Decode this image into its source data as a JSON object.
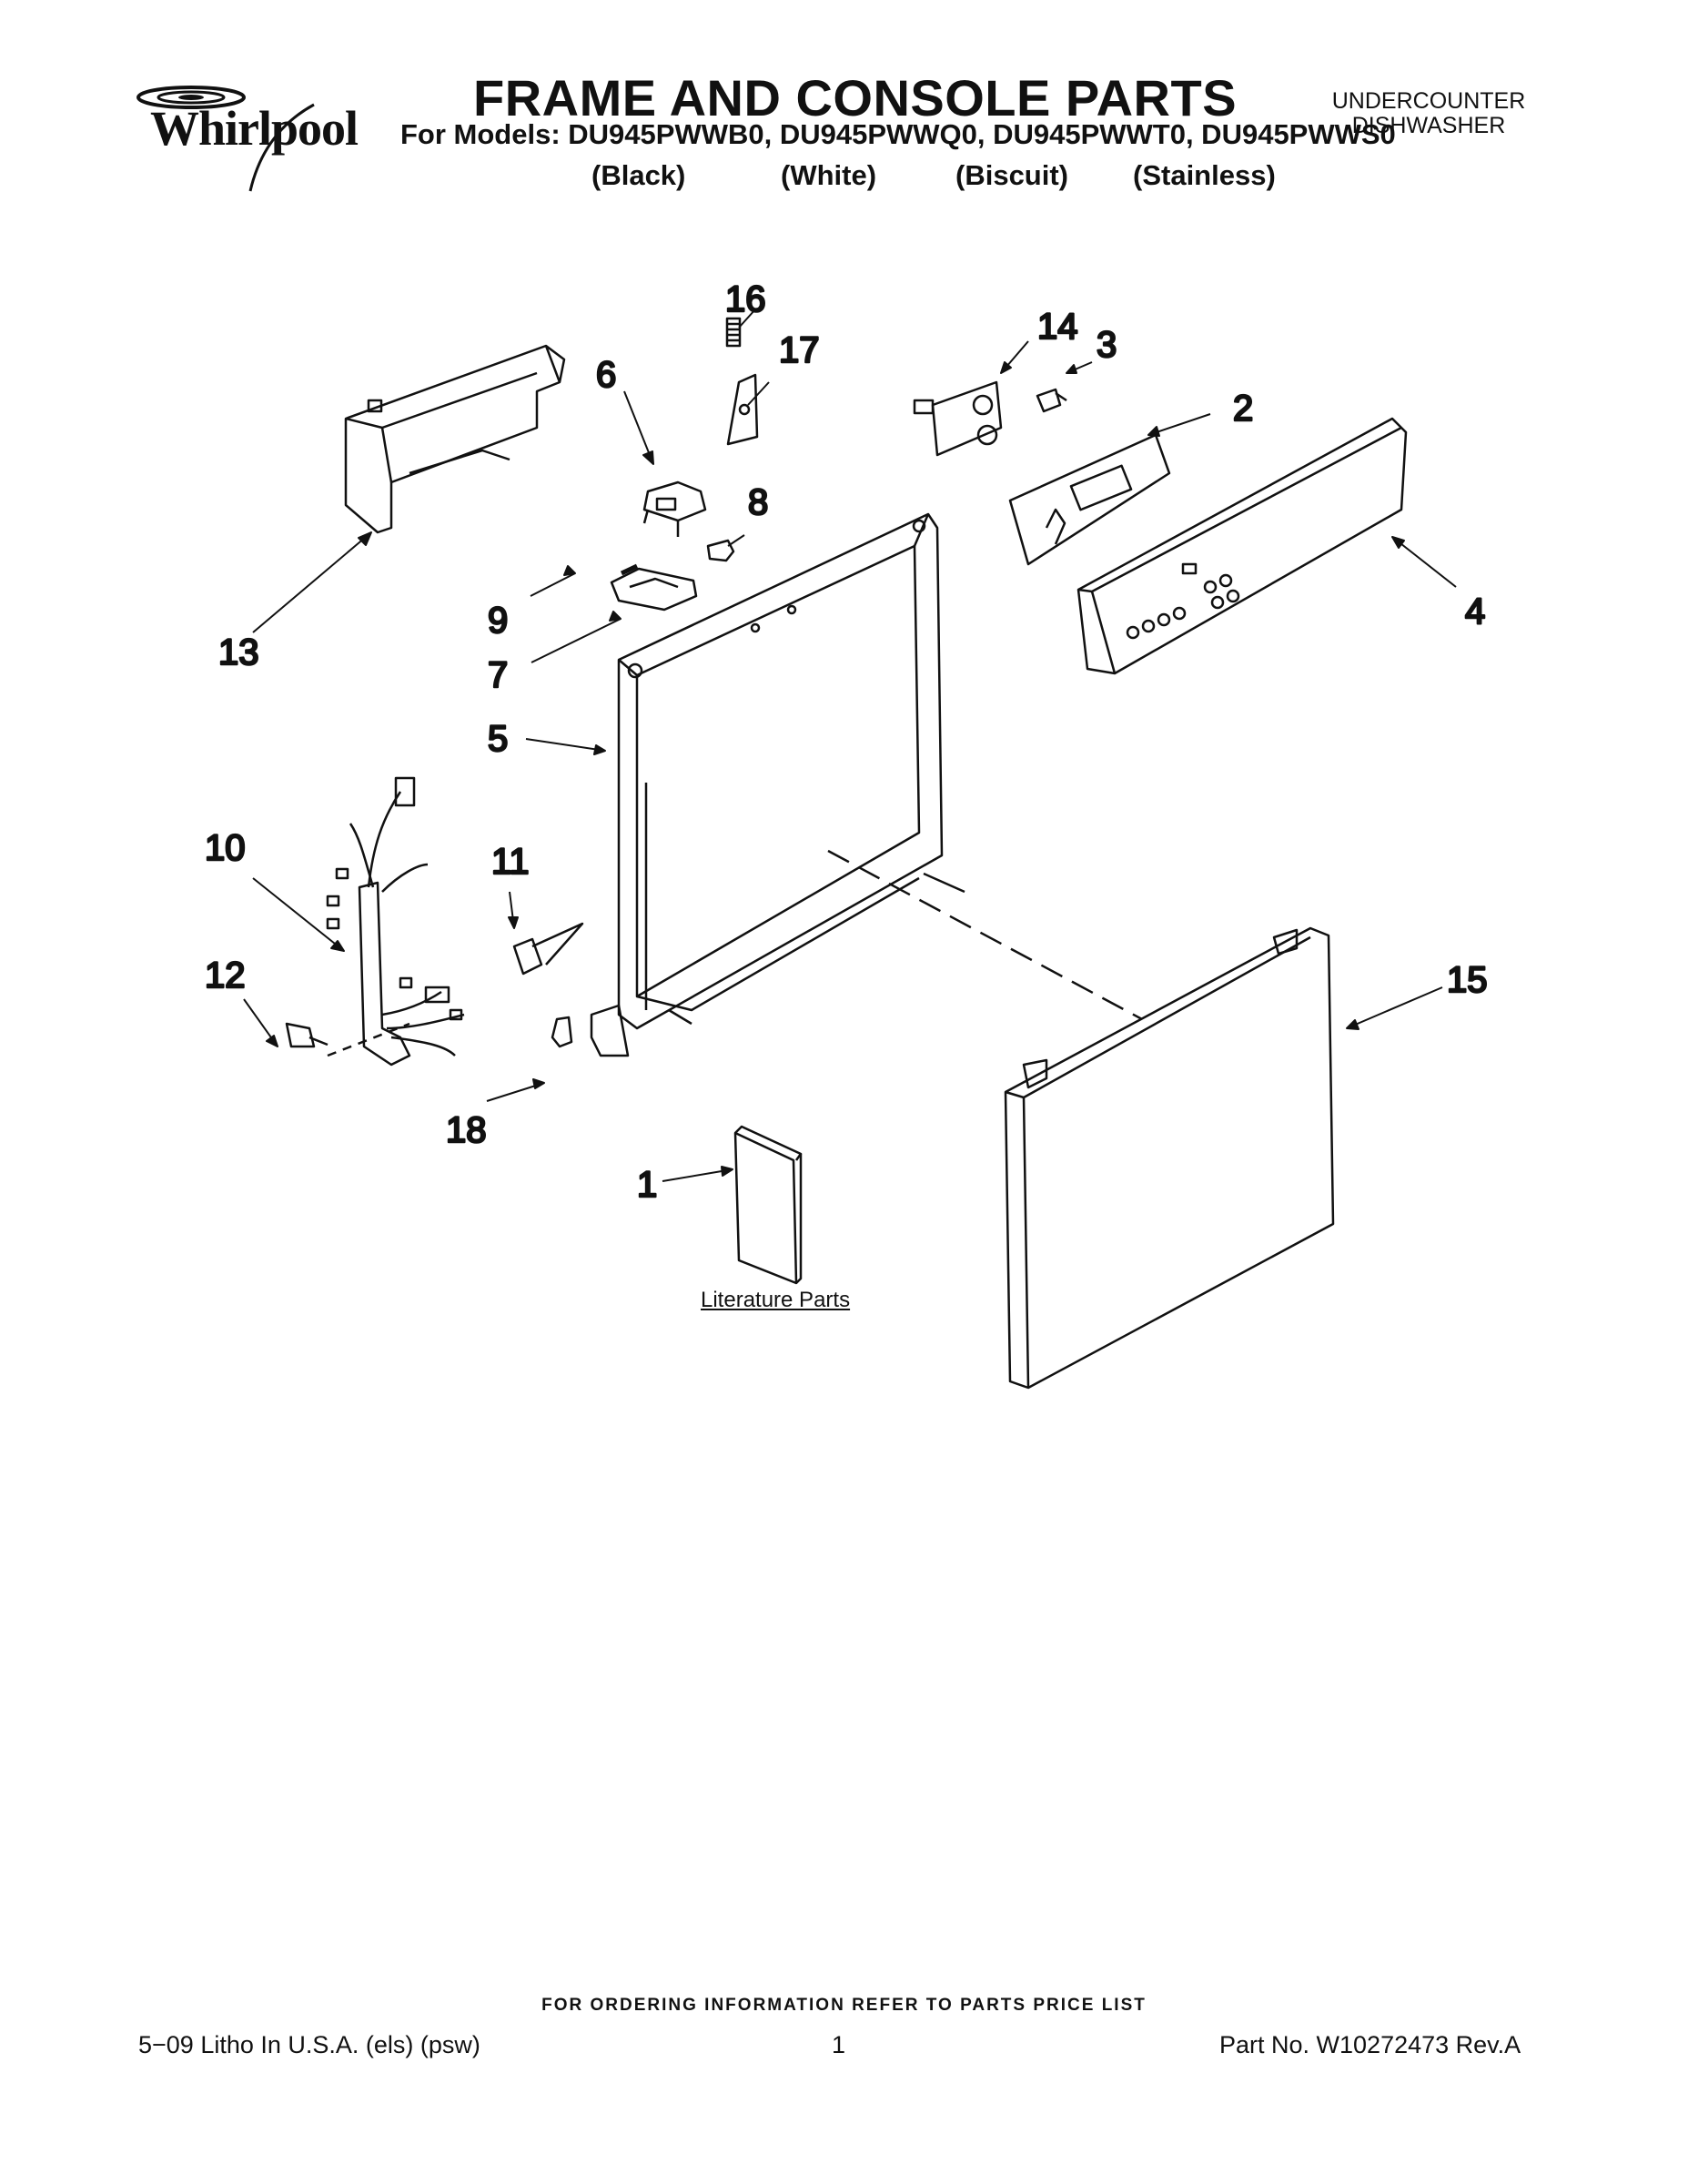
{
  "header": {
    "brand": "Whirlpool",
    "title": "FRAME AND CONSOLE PARTS",
    "models": "For Models: DU945PWWB0, DU945PWWQ0, DU945PWWT0, DU945PWWS0",
    "colors": [
      "(Black)",
      "(White)",
      "(Biscuit)",
      "(Stainless)"
    ],
    "appliance_type_line1": "UNDERCOUNTER",
    "appliance_type_line2": "DISHWASHER"
  },
  "callouts": [
    "1",
    "2",
    "3",
    "4",
    "5",
    "6",
    "7",
    "8",
    "9",
    "10",
    "11",
    "12",
    "13",
    "14",
    "15",
    "16",
    "17",
    "18"
  ],
  "literature_label": "Literature Parts",
  "footer": {
    "order_info": "FOR ORDERING INFORMATION REFER TO PARTS PRICE LIST",
    "print_info": "5−09 Litho In U.S.A. (els) (psw)",
    "page_number": "1",
    "part_number": "Part No. W10272473 Rev.A"
  }
}
